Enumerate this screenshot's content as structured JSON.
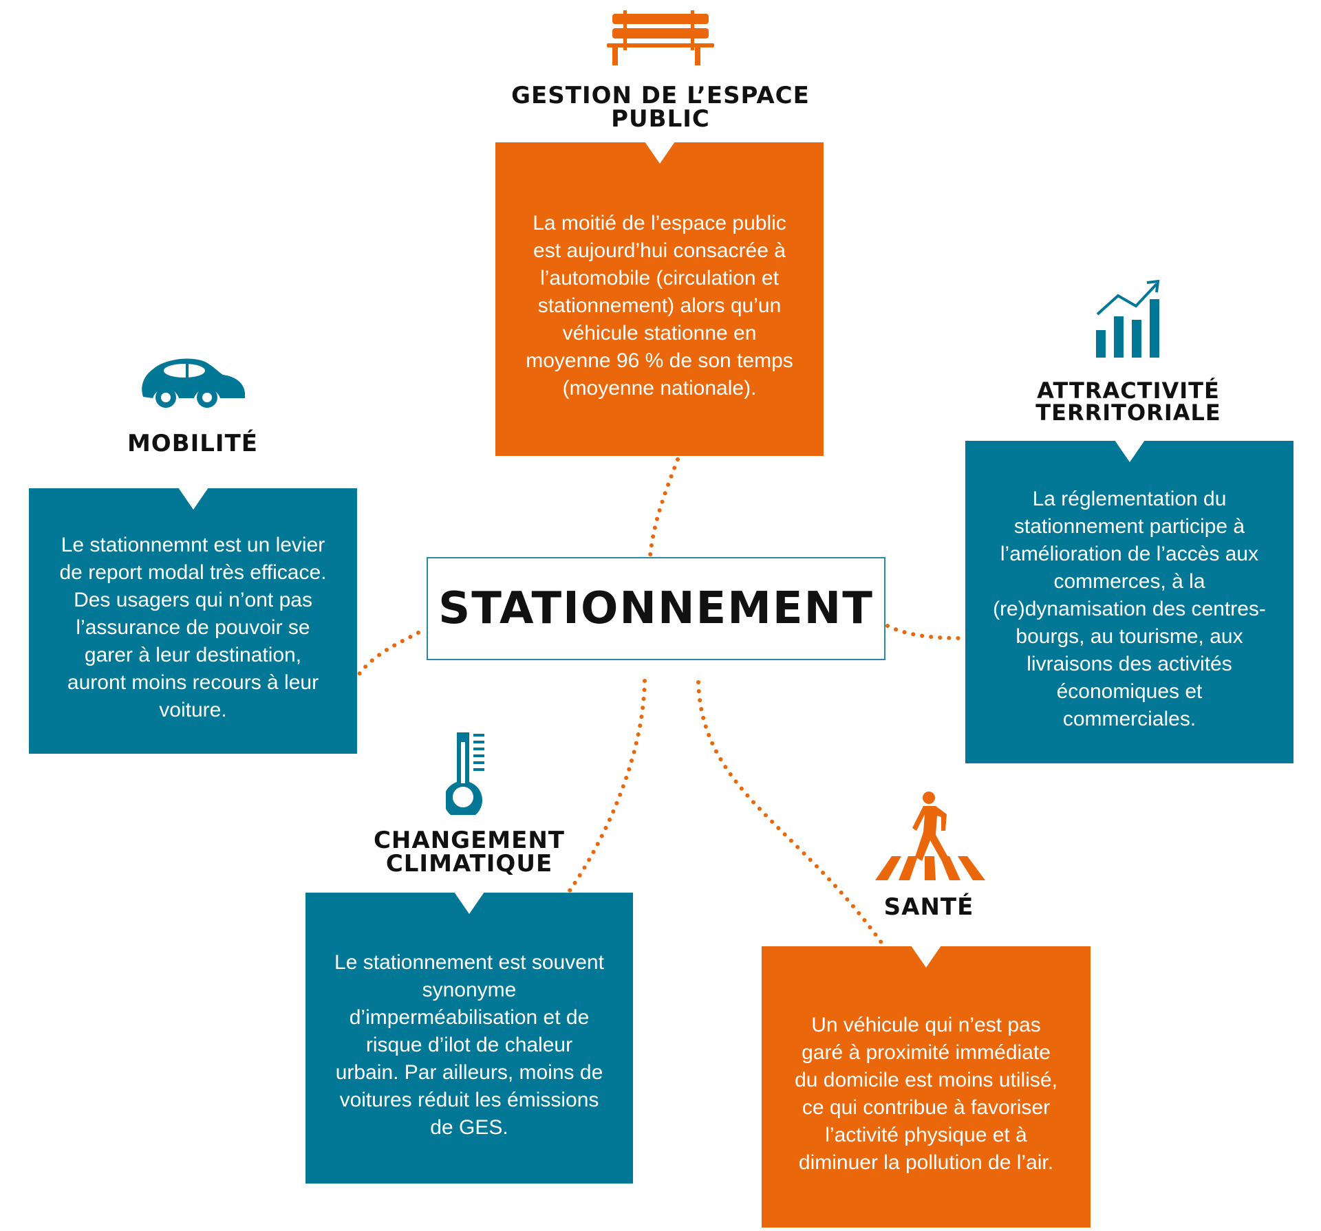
{
  "center": {
    "label": "STATIONNEMENT"
  },
  "colors": {
    "teal": "#037896",
    "orange": "#EA670B",
    "connector": "#EA670B",
    "text": "#111111"
  },
  "themes": [
    {
      "id": "espace-public",
      "icon": "bench-icon",
      "title": "GESTION DE L’ESPACE PUBLIC",
      "color": "orange",
      "text": "La moitié de l’espace public est aujourd’hui consacrée à l’automobile (circulation et stationnement) alors qu’un véhicule stationne en moyenne 96 % de son temps (moyenne nationale)."
    },
    {
      "id": "mobilite",
      "icon": "car-icon",
      "title": "MOBILITÉ",
      "color": "teal",
      "text": "Le stationnemnt est un levier de report modal très efficace. Des usagers qui n’ont pas l’assurance de pouvoir se garer à leur destination, auront moins recours à leur voiture."
    },
    {
      "id": "attractivite",
      "icon": "growth-chart-icon",
      "title": "ATTRACTIVITÉ TERRITORIALE",
      "color": "teal",
      "text": "La réglementation du stationnement participe à l’amélioration de l’accès aux  commerces, à la (re)dynamisation des centres-bourgs, au tourisme, aux livraisons des activités économiques et commerciales."
    },
    {
      "id": "climat",
      "icon": "thermometer-icon",
      "title": "CHANGEMENT CLIMATIQUE",
      "color": "teal",
      "text": "Le stationnement est souvent synonyme d’imperméabilisation et de risque d’ilot de chaleur urbain. Par ailleurs, moins de voitures réduit les émissions de GES."
    },
    {
      "id": "sante",
      "icon": "pedestrian-crossing-icon",
      "title": "SANTÉ",
      "color": "orange",
      "text": "Un véhicule qui n’est pas garé à proximité immédiate du domicile est moins utilisé, ce qui contribue à favoriser l’activité physique et à diminuer la pollution de l’air."
    }
  ]
}
